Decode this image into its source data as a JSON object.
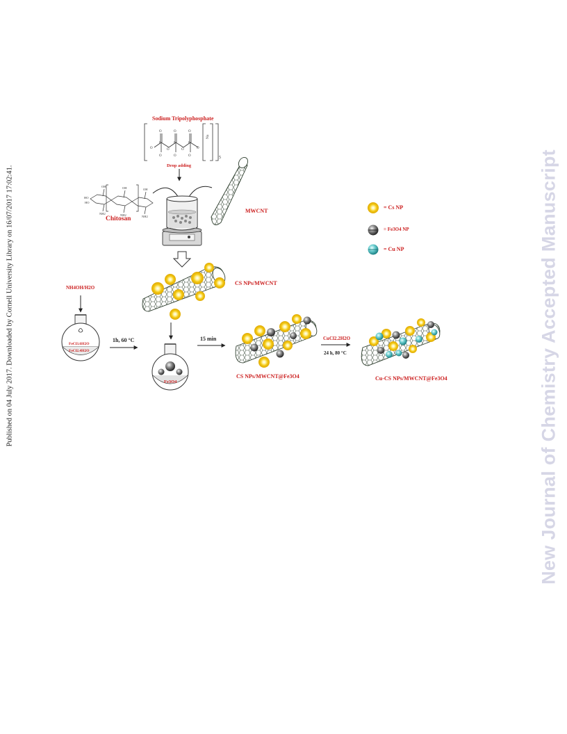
{
  "side_note": "Published on 04 July 2017. Downloaded by Cornell University Library on 16/07/2017 17:02:41.",
  "watermark": "New Journal of Chemistry Accepted Manuscript",
  "scheme": {
    "tpp_title": "Sodium Tripolyphosphate",
    "tpp_subscript": "5",
    "tpp_counterion": "Na",
    "drop_adding": "Drop adding",
    "chitosan": "Chitosan",
    "mwcnt": "MWCNT",
    "cs_nps_mwcnt": "CS NPs/MWCNT",
    "nh4oh": "NH4OH/H2O",
    "flask1_line1": "FeCl3.6H2O",
    "flask1_line2": "FeCl2.4H2O",
    "cond_1h": "1h, 60 °C",
    "fe3o4_label": "Fe3O4",
    "cond_15min": "15 min",
    "cs_mwcnt_fe3o4": "CS NPs/MWCNT@Fe3O4",
    "cucl2": "CuCl2.2H2O",
    "cond_24h": "24 h, 80 °C",
    "cu_cs_product": "Cu-CS NPs/MWCNT@Fe3O4"
  },
  "legend": [
    {
      "label": "= Cs NP",
      "color": "#f2cc16"
    },
    {
      "label": "= Fe3O4 NP",
      "color": "#555555"
    },
    {
      "label": "= Cu NP",
      "color": "#49b8bb"
    }
  ]
}
